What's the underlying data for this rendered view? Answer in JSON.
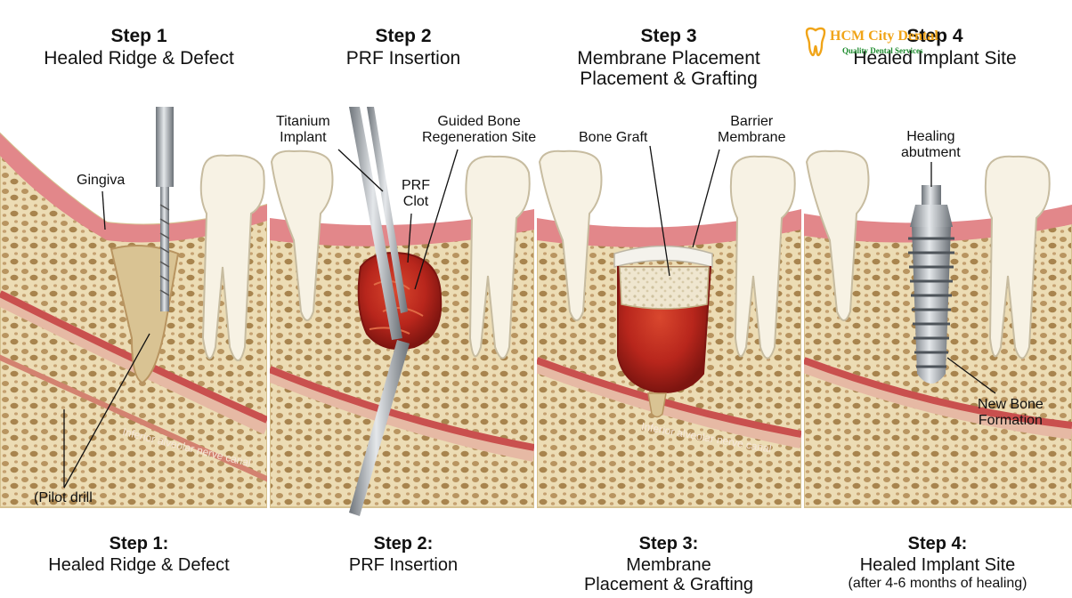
{
  "logo": {
    "name": "HCM City Dental",
    "tagline": "Quality Dental Services",
    "color_primary": "#f0a418",
    "color_secondary": "#1e8b2e",
    "icon": "tooth-icon"
  },
  "panels": [
    {
      "title": "Step 1",
      "subtitle": "Healed Ridge & Defect",
      "footer_title": "Step 1:",
      "footer_lines": [
        "Healed Ridge & Defect"
      ],
      "labels": {
        "gingiva": "Gingiva",
        "drill": "(Pilot drill",
        "nerve": "Inferior alveolar nerve canal"
      }
    },
    {
      "title": "Step 2",
      "subtitle": "PRF Insertion",
      "footer_title": "Step 2:",
      "footer_lines": [
        "PRF Insertion"
      ],
      "labels": {
        "implant": [
          "Titanium",
          "Implant"
        ],
        "gbr": [
          "Guided Bone",
          "Regeneration Site"
        ],
        "prf": [
          "PRF",
          "Clot"
        ]
      }
    },
    {
      "title": "Step 3",
      "subtitle": "Membrane Placement",
      "subtitle2": "Placement & Grafting",
      "footer_title": "Step 3:",
      "footer_lines": [
        "Membrane",
        "Placement & Grafting"
      ],
      "labels": {
        "graft": "Bone Graft",
        "membrane": [
          "Barrier",
          "Membrane"
        ],
        "nerve": "Inferior alveolar nerve canal"
      }
    },
    {
      "title": "Step 4",
      "subtitle": "Healed Implant Site",
      "footer_title": "Step 4:",
      "footer_lines": [
        "Healed Implant Site"
      ],
      "footer_note": "(after 4-6 months of healing)",
      "labels": {
        "abutment": [
          "Healing",
          "abutment"
        ],
        "newbone": [
          "New Bone",
          "Formation"
        ]
      }
    }
  ],
  "colors": {
    "bone": "#ecdcb4",
    "bone_pore": "#a8844e",
    "gum": "#e2878a",
    "gum_dark": "#c55a5e",
    "nerve": "#c9504e",
    "tooth": "#f7f2e4",
    "clot": "#b8261c",
    "metal": "#9aa0a6"
  }
}
